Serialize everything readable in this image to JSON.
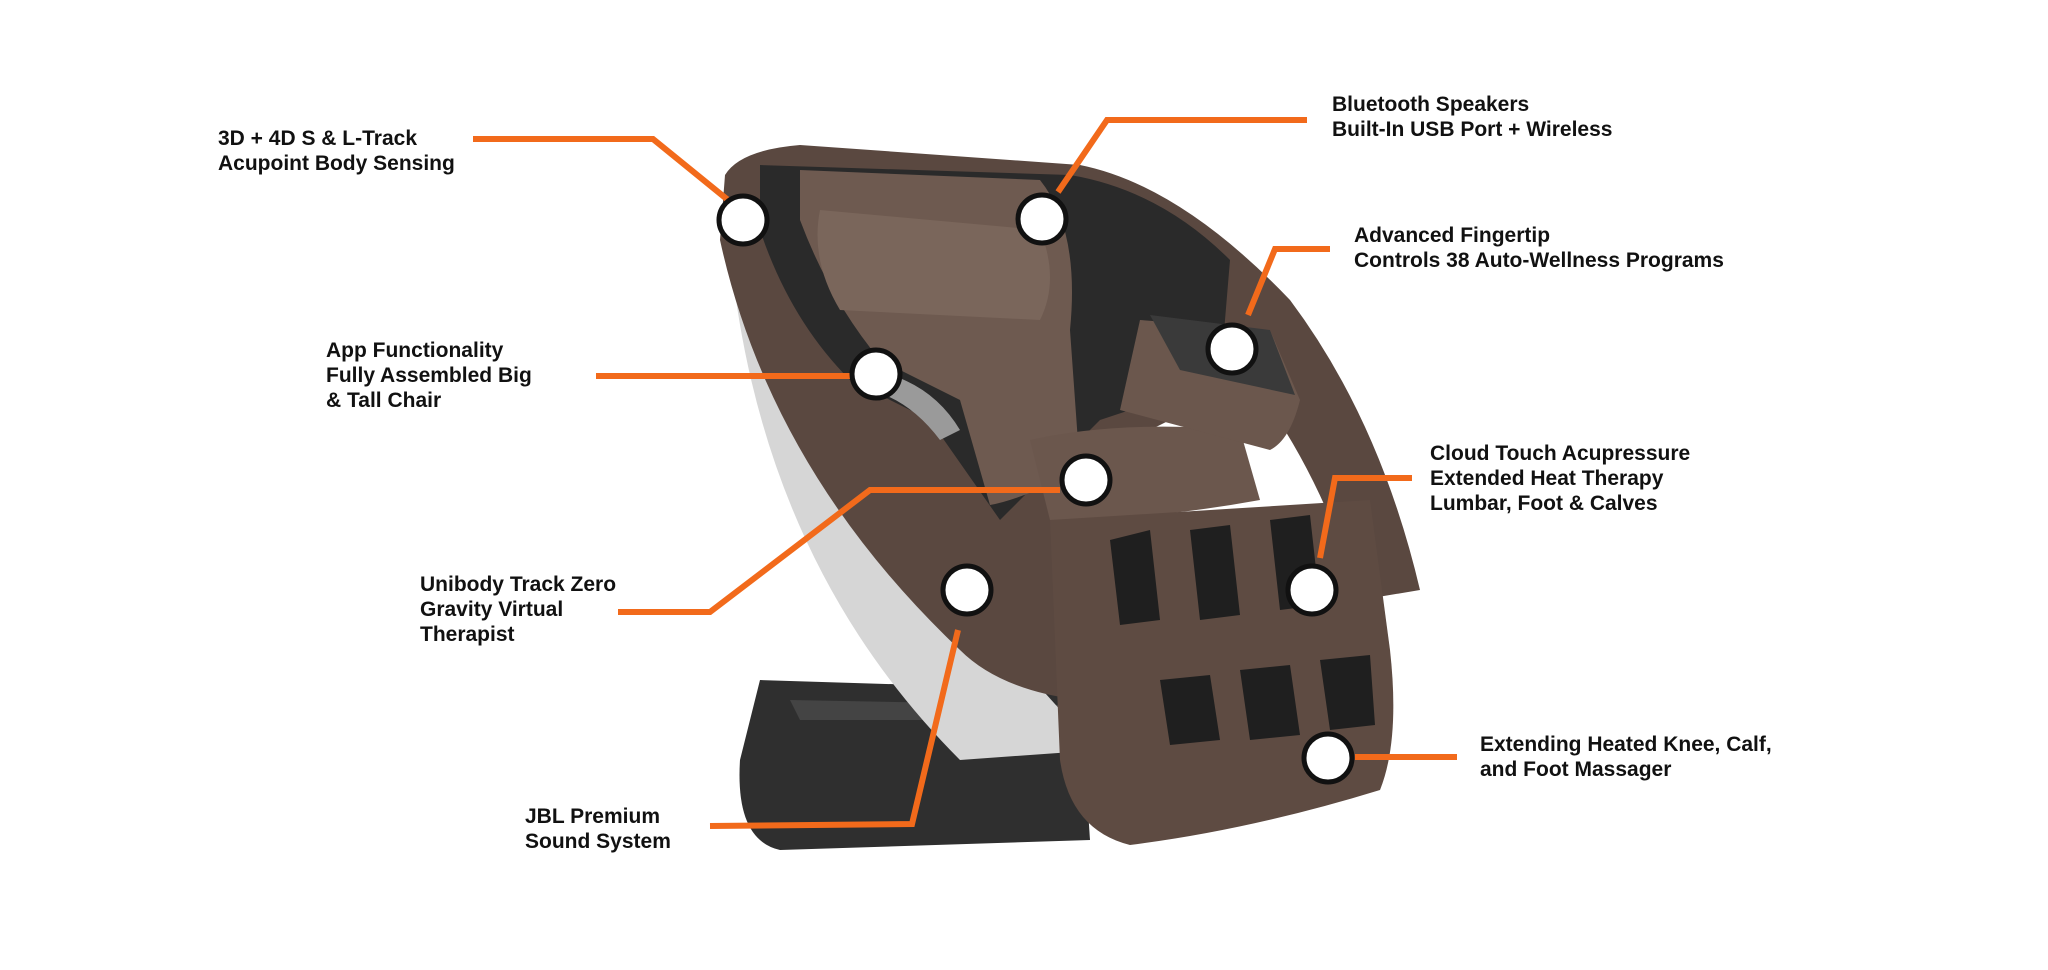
{
  "colors": {
    "leader": "#f26a1b",
    "marker_fill": "#ffffff",
    "marker_stroke": "#111111",
    "chair_brown": "#5b4a42",
    "chair_dark": "#2b2b2b",
    "chair_silver": "#cfcfcf"
  },
  "callouts": {
    "track": {
      "lines": [
        "3D + 4D  S & L-Track",
        " Acupoint Body Sensing"
      ]
    },
    "bluetooth": {
      "lines": [
        "Bluetooth Speakers",
        "Built-In USB Port + Wireless"
      ]
    },
    "fingertip": {
      "lines": [
        "Advanced Fingertip",
        "Controls  38 Auto-Wellness Programs"
      ]
    },
    "app": {
      "lines": [
        " App Functionality",
        " Fully Assembled  Big",
        "& Tall Chair"
      ]
    },
    "cloud": {
      "lines": [
        "Cloud Touch Acupressure",
        "  Extended Heat Therapy",
        "Lumbar, Foot & Calves"
      ]
    },
    "unibody": {
      "lines": [
        "Unibody Track  Zero",
        "Gravity  Virtual",
        "Therapist"
      ]
    },
    "knee": {
      "lines": [
        "Extending Heated Knee, Calf,",
        "and Foot Massager"
      ]
    },
    "jbl": {
      "lines": [
        "JBL Premium",
        " Sound System"
      ]
    }
  }
}
